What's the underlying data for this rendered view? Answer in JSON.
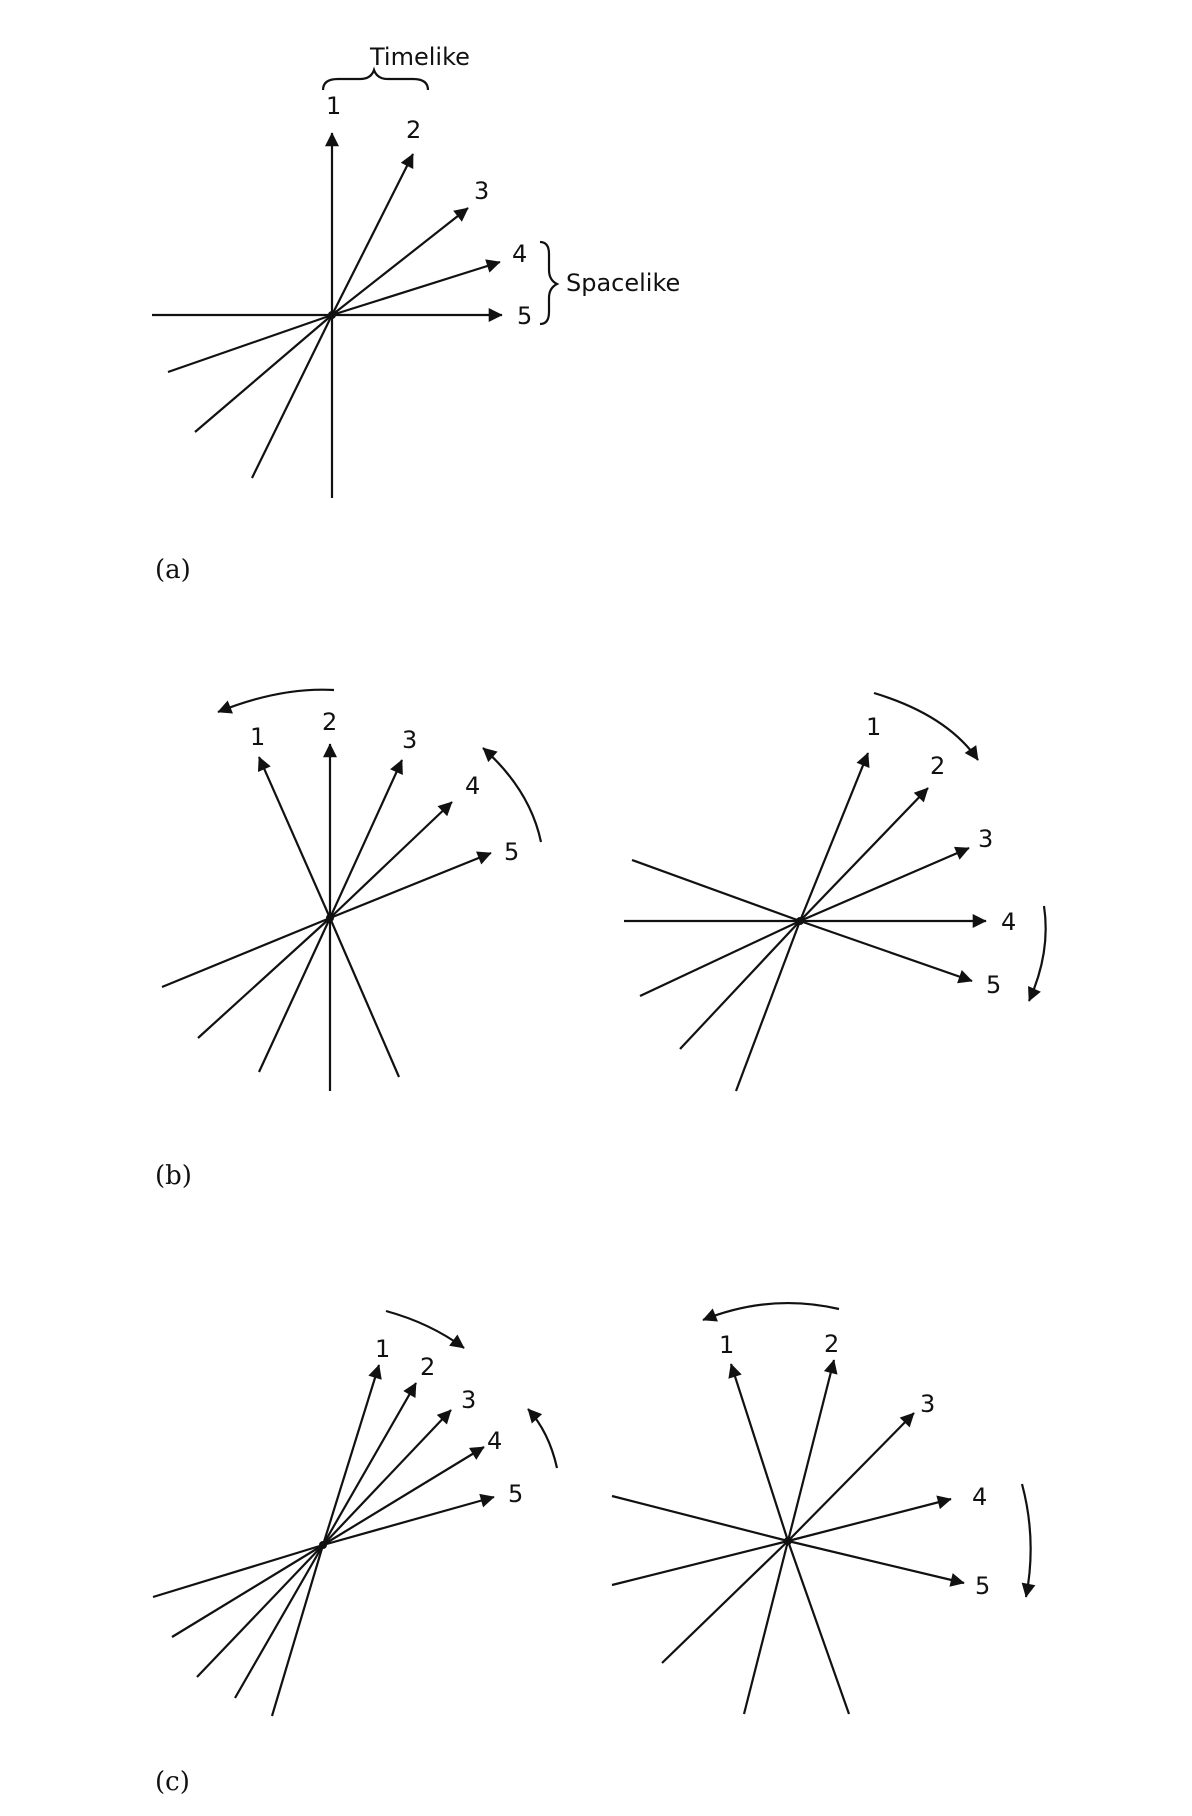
{
  "panel_a": {
    "caption": "(a)",
    "vector_labels": [
      "1",
      "2",
      "3",
      "4",
      "5"
    ],
    "timelike_label": "Timelike",
    "spacelike_label": "Spacelike"
  },
  "panel_b": {
    "caption": "(b)",
    "left_labels": [
      "1",
      "2",
      "3",
      "4",
      "5"
    ],
    "right_labels": [
      "1",
      "2",
      "3",
      "4",
      "5"
    ]
  },
  "panel_c": {
    "caption": "(c)",
    "left_labels": [
      "1",
      "2",
      "3",
      "4",
      "5"
    ],
    "right_labels": [
      "1",
      "2",
      "3",
      "4",
      "5"
    ]
  },
  "colors": {
    "ink": "#111111",
    "background": "#ffffff"
  }
}
